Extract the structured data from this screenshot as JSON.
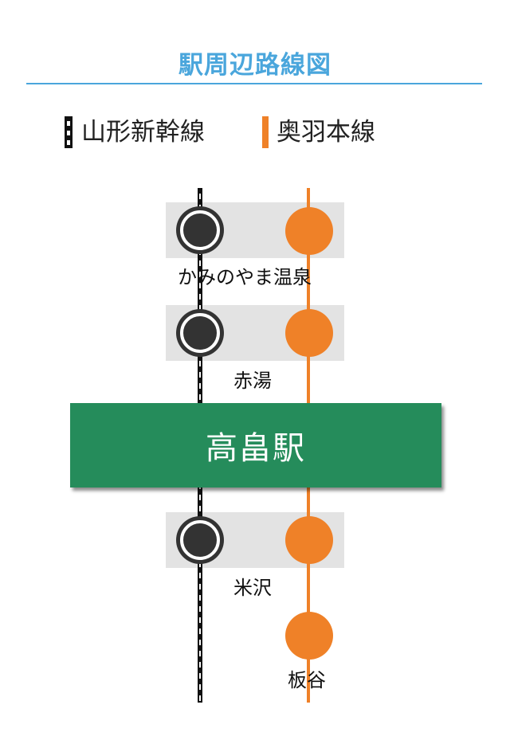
{
  "page": {
    "title": "駅周辺路線図"
  },
  "legend": {
    "yamagata_shinkansen": {
      "label": "山形新幹線",
      "color": "#111111"
    },
    "ou_line": {
      "label": "奥羽本線",
      "color": "#ef8128"
    }
  },
  "current_station": {
    "name": "高畠駅",
    "color": "#258c5b"
  },
  "stations": {
    "kaminoyama": {
      "name": "かみのやま温泉",
      "shinkansen_stop": true,
      "ou_stop": true
    },
    "akayu": {
      "name": "赤湯",
      "shinkansen_stop": true,
      "ou_stop": true
    },
    "yonezawa": {
      "name": "米沢",
      "shinkansen_stop": true,
      "ou_stop": true
    },
    "itaya": {
      "name": "板谷",
      "shinkansen_stop": false,
      "ou_stop": true
    }
  }
}
